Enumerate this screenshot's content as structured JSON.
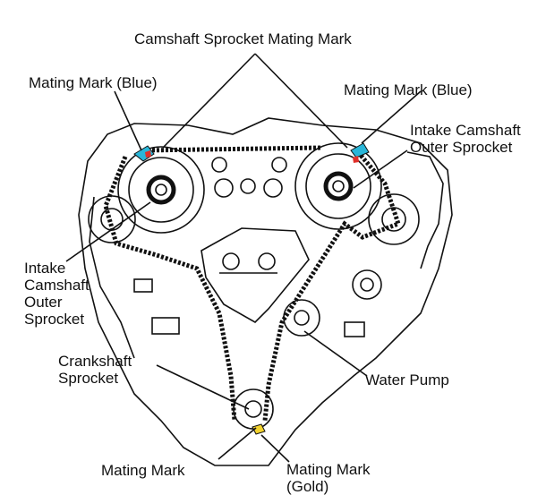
{
  "labels": {
    "camshaft_sprocket_mating_mark": "Camshaft Sprocket Mating Mark",
    "mating_mark_blue_left": "Mating Mark (Blue)",
    "mating_mark_blue_right": "Mating Mark (Blue)",
    "intake_camshaft_outer_sprocket_right": [
      "Intake Camshaft",
      "Outer Sprocket"
    ],
    "intake_camshaft_outer_sprocket_left": [
      "Intake",
      "Camshaft",
      "Outer",
      "Sprocket"
    ],
    "crankshaft_sprocket": [
      "Crankshaft",
      "Sprocket"
    ],
    "water_pump": "Water Pump",
    "mating_mark_bottom": "Mating Mark",
    "mating_mark_gold": [
      "Mating Mark",
      "(Gold)"
    ]
  },
  "colors": {
    "blue_mark": "#29b6d8",
    "gold_mark": "#f2d22e",
    "red_mark": "#e0302a",
    "line": "#111111"
  }
}
